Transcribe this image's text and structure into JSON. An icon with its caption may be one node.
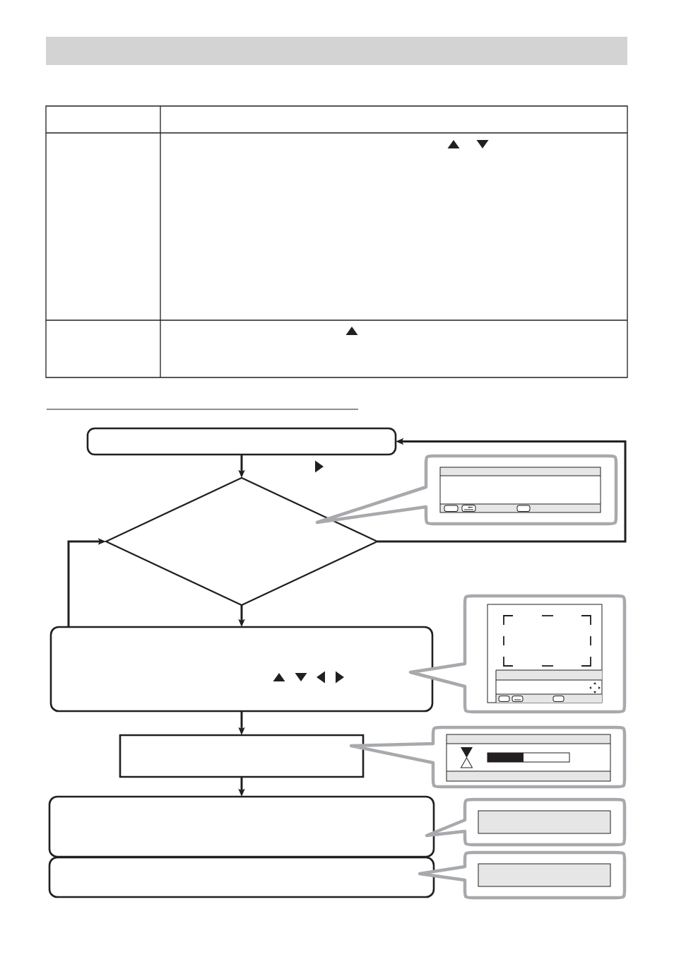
{
  "diagram": {
    "nodes": [
      {
        "text": [],
        "shape": "box"
      },
      {
        "text": [],
        "shape": "diamond"
      },
      {
        "text": [],
        "shape": "box"
      },
      {
        "text": [],
        "shape": "box"
      },
      {
        "text": [],
        "shape": "box"
      },
      {
        "text": [],
        "shape": "box"
      },
      {
        "text": [],
        "shape": "picture"
      },
      {
        "text": [],
        "shape": "picture"
      },
      {
        "text": [],
        "shape": "picture"
      },
      {
        "text": [],
        "shape": "picture"
      },
      {
        "text": [],
        "shape": "picture"
      }
    ],
    "edges": [
      {
        "from": 0,
        "to": 1,
        "arrow": "to"
      },
      {
        "from": 1,
        "to": 0,
        "arrow": "to"
      },
      {
        "from": 1,
        "to": 2,
        "arrow": "to"
      },
      {
        "from": 2,
        "to": 1,
        "arrow": "to"
      },
      {
        "from": 2,
        "to": 3,
        "arrow": "to"
      },
      {
        "from": 3,
        "to": 4,
        "arrow": "to"
      }
    ]
  }
}
